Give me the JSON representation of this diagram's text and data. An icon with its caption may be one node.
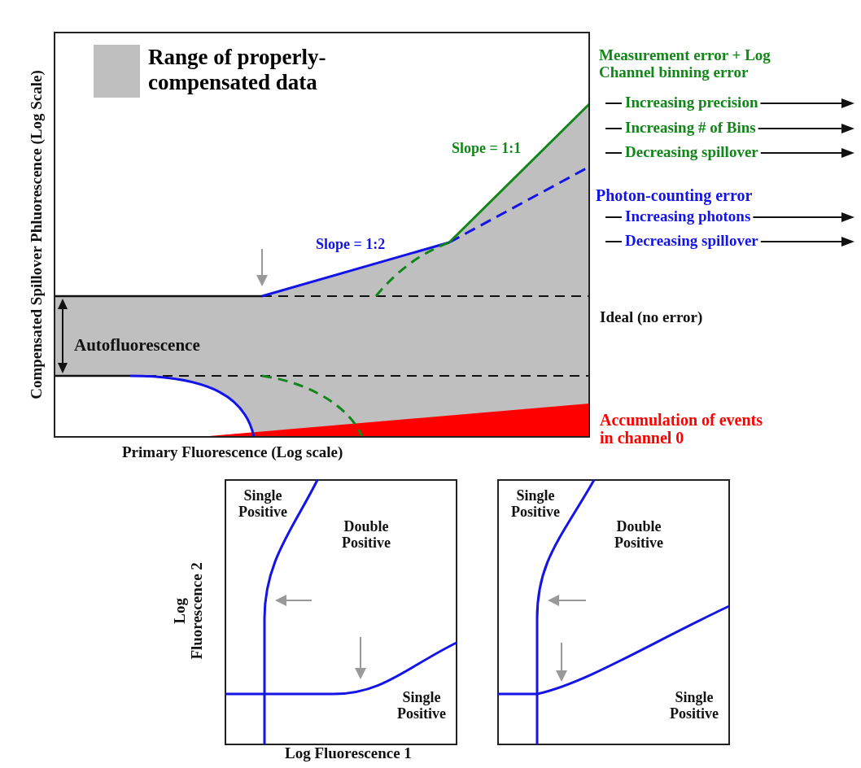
{
  "diagram": {
    "labels": [
      "Compensated Spillover Phluorescence (Log Scale)",
      "Measurement error + Log Channel binning error",
      "Increasing precision",
      "Increasing # of Bins",
      "Decreasing spillover",
      "Slope = 1:1",
      "Photon-counting error",
      "Increasing photons",
      "Decreasing spillover",
      "Slope = 1:2",
      "Ideal (no error)",
      "Autofluorescence",
      "Accumulation of events in channel 0",
      "Primary Fluorescence (Log scale)",
      "Log Fluorescence 2",
      "Single Positive",
      "Double Positive",
      "Single Positive",
      "Single Positive",
      "Double Positive",
      "Single Positive",
      "Log Fluorescence 1"
    ],
    "legend": [
      {
        "text": "Range of properly-compensated data",
        "color": "#bfbfbf"
      }
    ]
  }
}
